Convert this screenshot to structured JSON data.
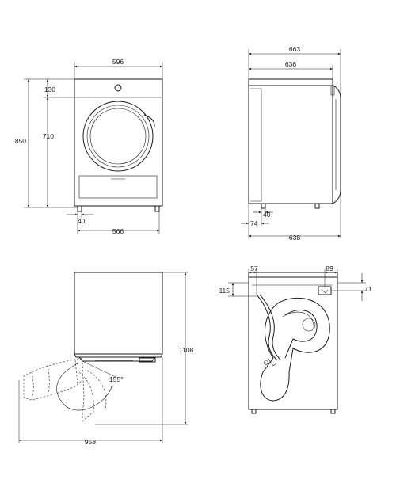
{
  "views": {
    "front": {
      "width": "596",
      "top_offset": "130",
      "height_total": "850",
      "height_door": "710",
      "foot_offset": "40",
      "foot_span": "566"
    },
    "side": {
      "depth_total": "663",
      "depth_body": "636",
      "foot_depth": "40",
      "foot_offset": "74",
      "depth_base": "638"
    },
    "door_open": {
      "total_height": "1108",
      "open_angle": "155°",
      "total_depth": "958"
    },
    "rear": {
      "left_offset": "57",
      "right_offset": "89",
      "left_height": "115",
      "right_height": "71"
    }
  }
}
